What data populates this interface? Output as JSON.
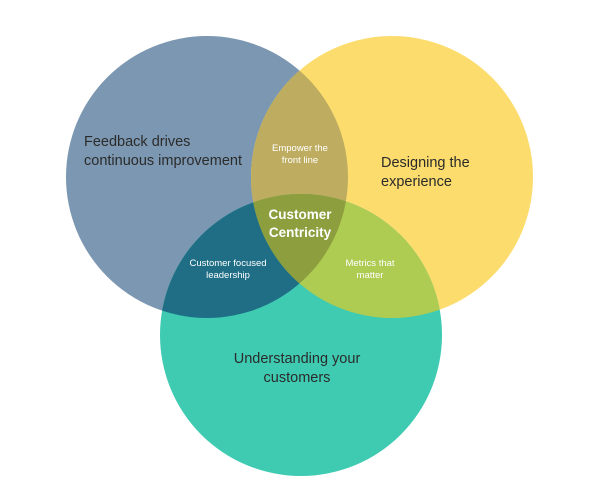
{
  "diagram": {
    "type": "venn",
    "sets": [
      {
        "id": "feedback",
        "label": "Feedback drives continuous improvement",
        "color": "#7C97B1"
      },
      {
        "id": "designing",
        "label": "Designing the experience",
        "color": "#FCDC6D"
      },
      {
        "id": "understanding",
        "label": "Understanding your customers",
        "color": "#3FCBB2"
      }
    ],
    "intersections": [
      {
        "sets": [
          "feedback",
          "designing"
        ],
        "label": "Empower the front line",
        "color": "#BEAD60"
      },
      {
        "sets": [
          "feedback",
          "understanding"
        ],
        "label": "Customer focused leadership",
        "color": "#1F6E86"
      },
      {
        "sets": [
          "designing",
          "understanding"
        ],
        "label": "Metrics that matter",
        "color": "#AECB52"
      },
      {
        "sets": [
          "feedback",
          "designing",
          "understanding"
        ],
        "label": "Customer Centricity",
        "color": "#8C9E3E"
      }
    ]
  }
}
